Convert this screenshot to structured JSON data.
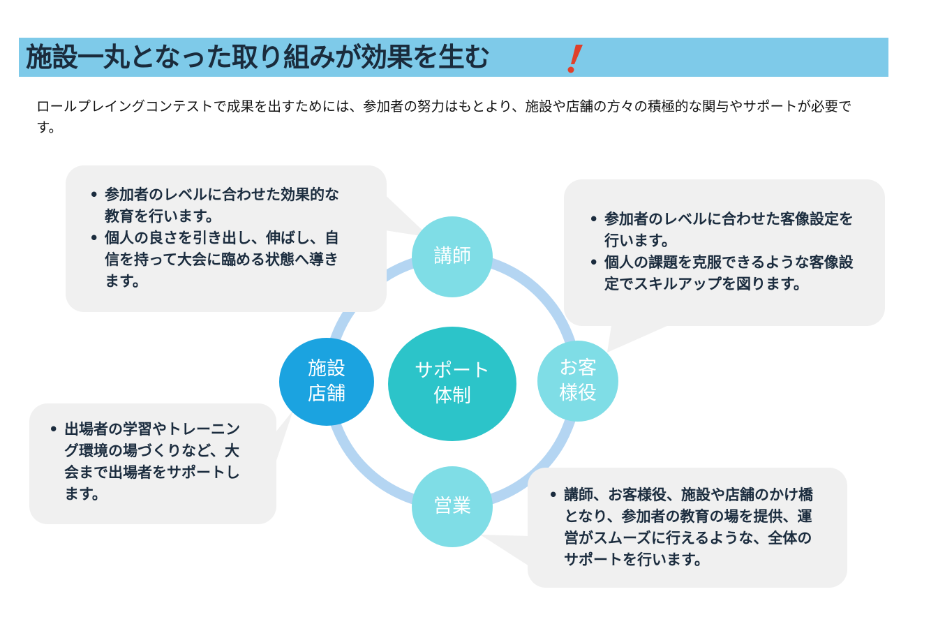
{
  "title": {
    "text": "施設一丸となった取り組みが効果を生む",
    "mark_icon": "exclamation-mark-icon",
    "mark_color": "#e0402a"
  },
  "intro": "ロールプレイングコンテストで成果を出すためには、参加者の努力はもとより、施設や店舗の方々の積極的な関与やサポートが必要です。",
  "diagram": {
    "center": {
      "line1": "サポート",
      "line2": "体制",
      "color": "#2cc4c9"
    },
    "nodes": {
      "instructor": {
        "line1": "講師",
        "color": "#7fdde6"
      },
      "customer": {
        "line1": "お客",
        "line2": "様役",
        "color": "#7fdde6"
      },
      "sales": {
        "line1": "営業",
        "color": "#7fdde6"
      },
      "facility": {
        "line1": "施設",
        "line2": "店舗",
        "color": "#1ba3e0"
      }
    },
    "ring_color": "#b4d5f2",
    "bubble_color": "#f0f0f0"
  },
  "bubbles": {
    "instructor": [
      "参加者のレベルに合わせた効果的な教育を行います。",
      "個人の良さを引き出し、伸ばし、自信を持って大会に臨める状態へ導きます。"
    ],
    "customer": [
      "参加者のレベルに合わせた客像設定を行います。",
      "個人の課題を克服できるような客像設定でスキルアップを図ります。"
    ],
    "facility": [
      "出場者の学習やトレーニング環境の場づくりなど、大会まで出場者をサポートします。"
    ],
    "sales": [
      "講師、お客様役、施設や店舗のかけ橋となり、参加者の教育の場を提供、運営がスムーズに行えるような、全体のサポートを行います。"
    ]
  }
}
